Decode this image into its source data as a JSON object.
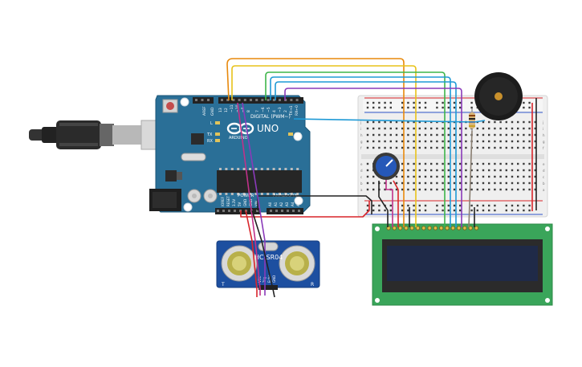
{
  "arduino": {
    "logo_text": "ARDUINO",
    "model": "UNO",
    "digital_header": "DIGITAL (PWM~)",
    "power_header": "POWER",
    "analog_header": "ANALOG IN",
    "tx": "TX",
    "rx": "RX",
    "on": "ON",
    "l": "L",
    "aref": "AREF",
    "gnd": "GND",
    "d13": "13",
    "d12": "12",
    "d11": "~11",
    "d10": "~10",
    "d9": "~9",
    "d8": "8",
    "d7": "7",
    "d6": "~6",
    "d5": "~5",
    "d4": "4",
    "d3": "~3",
    "d2": "2",
    "d1": "TX→1",
    "d0": "RX←0",
    "ioref": "IOREF",
    "reset": "RESET",
    "v33": "3.3V",
    "v5": "5V",
    "vin": "VIN",
    "a0": "A0",
    "a1": "A1",
    "a2": "A2",
    "a3": "A3",
    "a4": "A4",
    "a5": "A5"
  },
  "sensor": {
    "model": "HC-SR04",
    "left_mark": "T",
    "right_mark": "R",
    "pin_vcc": "VCC",
    "pin_trig": "Trig",
    "pin_echo": "Echo",
    "pin_gnd": "GND"
  },
  "breadboard": {
    "row_left": [
      "j",
      "i",
      "h",
      "g",
      "f",
      "e",
      "d",
      "c",
      "b",
      "a"
    ],
    "row_right": [
      "j",
      "i",
      "h",
      "g",
      "f",
      "e",
      "d",
      "c",
      "b",
      "a"
    ]
  },
  "colors": {
    "arduino_board": "#2a6f97",
    "sensor_board": "#1d4fa0",
    "lcd_board": "#3aa55a",
    "lcd_screen": "#1f2a48",
    "wire_orange": "#e8890c",
    "wire_yellow": "#e8c21a",
    "wire_green": "#3db54a",
    "wire_blue": "#1f9ad6",
    "wire_purple": "#8a3ab9",
    "wire_red": "#d9252a",
    "wire_black": "#222222",
    "wire_magenta": "#c0318a"
  }
}
